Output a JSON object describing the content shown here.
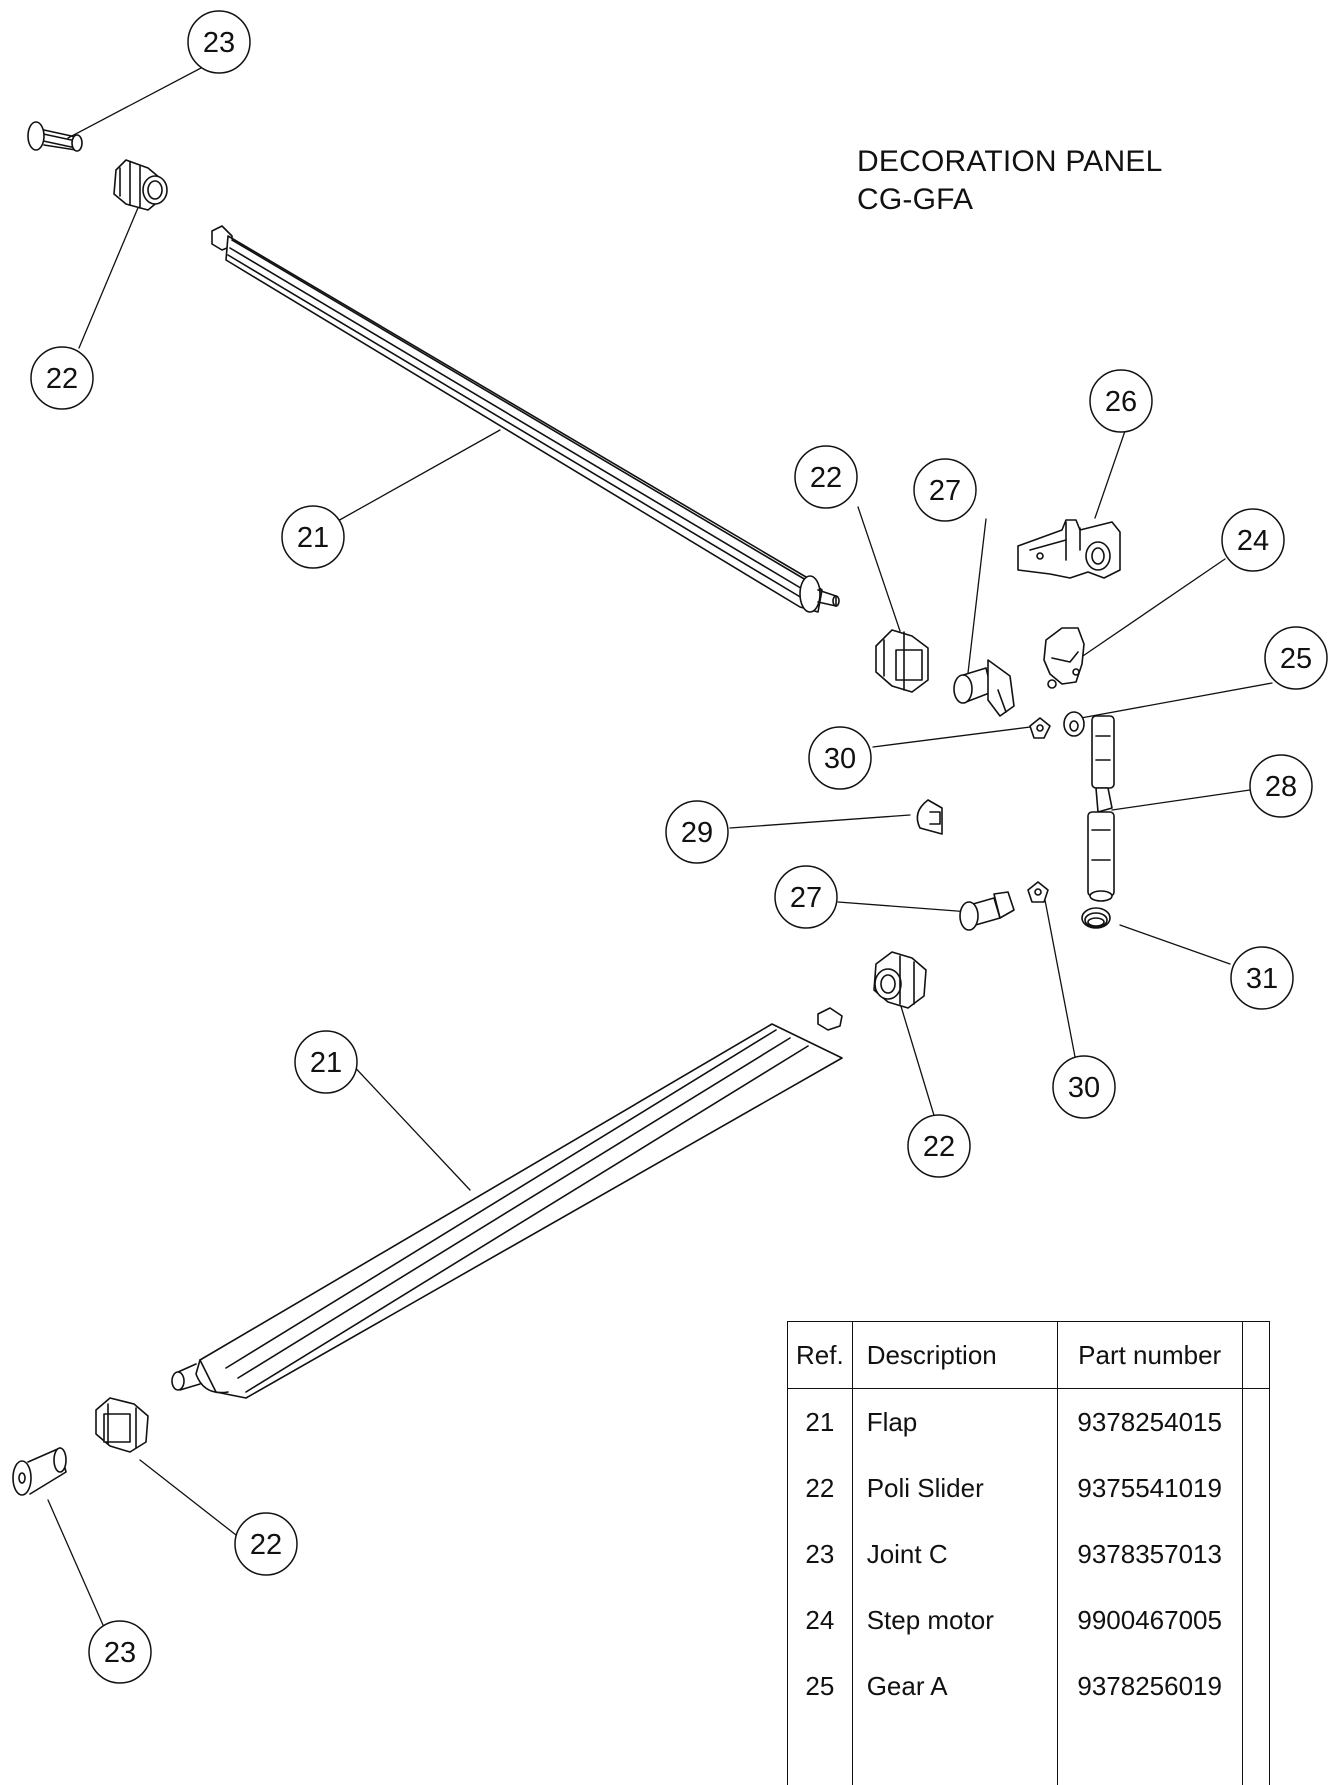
{
  "title": {
    "line1": "DECORATION PANEL",
    "line2": "CG-GFA"
  },
  "callouts": [
    {
      "id": "c23a",
      "label": "23"
    },
    {
      "id": "c22a",
      "label": "22"
    },
    {
      "id": "c21a",
      "label": "21"
    },
    {
      "id": "c22b",
      "label": "22"
    },
    {
      "id": "c27a",
      "label": "27"
    },
    {
      "id": "c26",
      "label": "26"
    },
    {
      "id": "c24",
      "label": "24"
    },
    {
      "id": "c25",
      "label": "25"
    },
    {
      "id": "c30a",
      "label": "30"
    },
    {
      "id": "c29",
      "label": "29"
    },
    {
      "id": "c28",
      "label": "28"
    },
    {
      "id": "c27b",
      "label": "27"
    },
    {
      "id": "c31",
      "label": "31"
    },
    {
      "id": "c30b",
      "label": "30"
    },
    {
      "id": "c21b",
      "label": "21"
    },
    {
      "id": "c22c",
      "label": "22"
    },
    {
      "id": "c22d",
      "label": "22"
    },
    {
      "id": "c23b",
      "label": "23"
    }
  ],
  "table": {
    "headers": [
      "Ref.",
      "Description",
      "Part number",
      ""
    ],
    "rows": [
      [
        "21",
        "Flap",
        "9378254015",
        ""
      ],
      [
        "22",
        "Poli Slider",
        "9375541019",
        ""
      ],
      [
        "23",
        "Joint C",
        "9378357013",
        ""
      ],
      [
        "24",
        "Step motor",
        "9900467005",
        ""
      ],
      [
        "25",
        "Gear A",
        "9378256019",
        ""
      ],
      [
        "",
        "",
        "",
        ""
      ]
    ]
  }
}
